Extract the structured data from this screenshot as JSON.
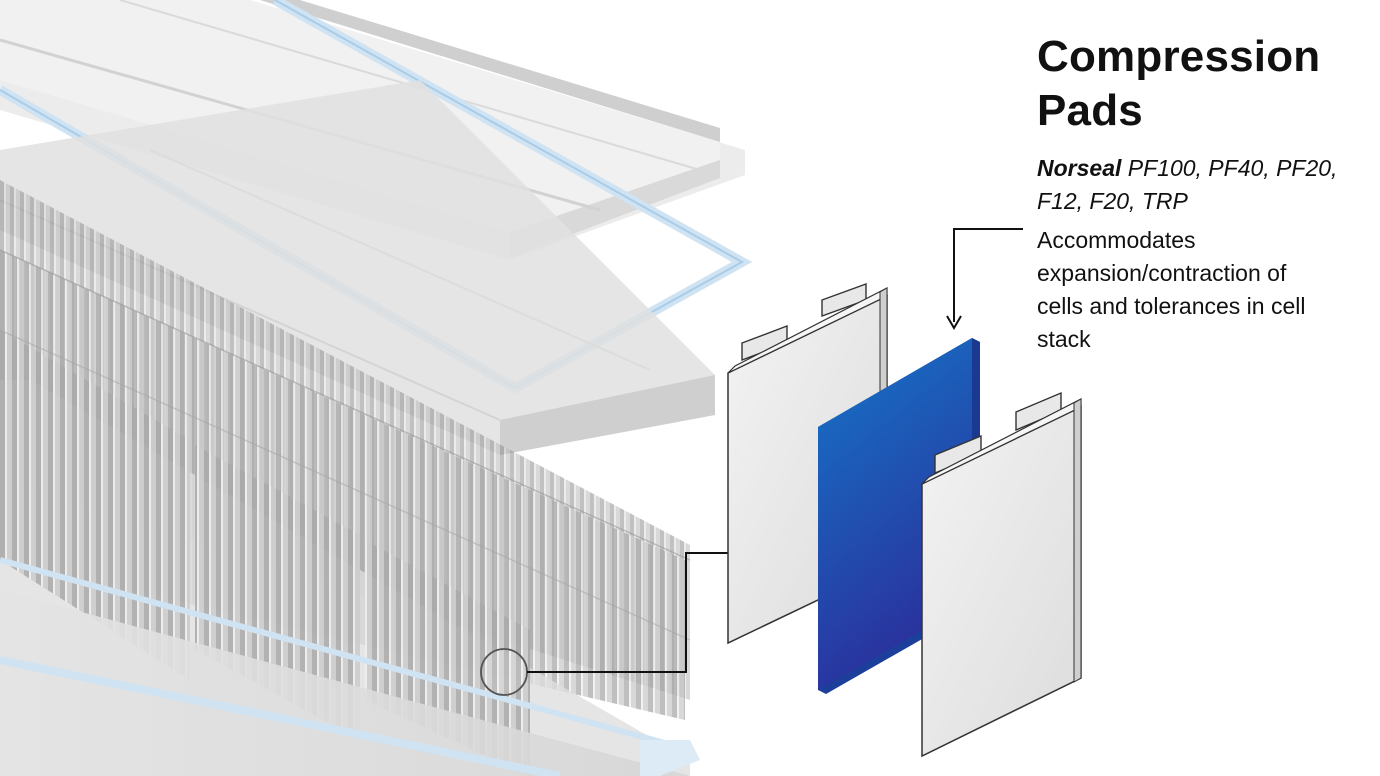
{
  "title_line1": "Compression",
  "title_line2": "Pads",
  "brand": "Norseal",
  "products": " PF100, PF40, PF20, F12, F20, TRP",
  "description": "Accommodates expansion/contraction of cells and tolerances in cell stack",
  "colors": {
    "pad_light": "#1273c6",
    "pad_dark": "#2c35a0",
    "cell_face": "#e6e6e6",
    "callout_line": "#111111",
    "frame_tint": "#cfe3f2"
  },
  "icons": [
    "callout-arrow-icon",
    "magnifier-circle-icon"
  ]
}
